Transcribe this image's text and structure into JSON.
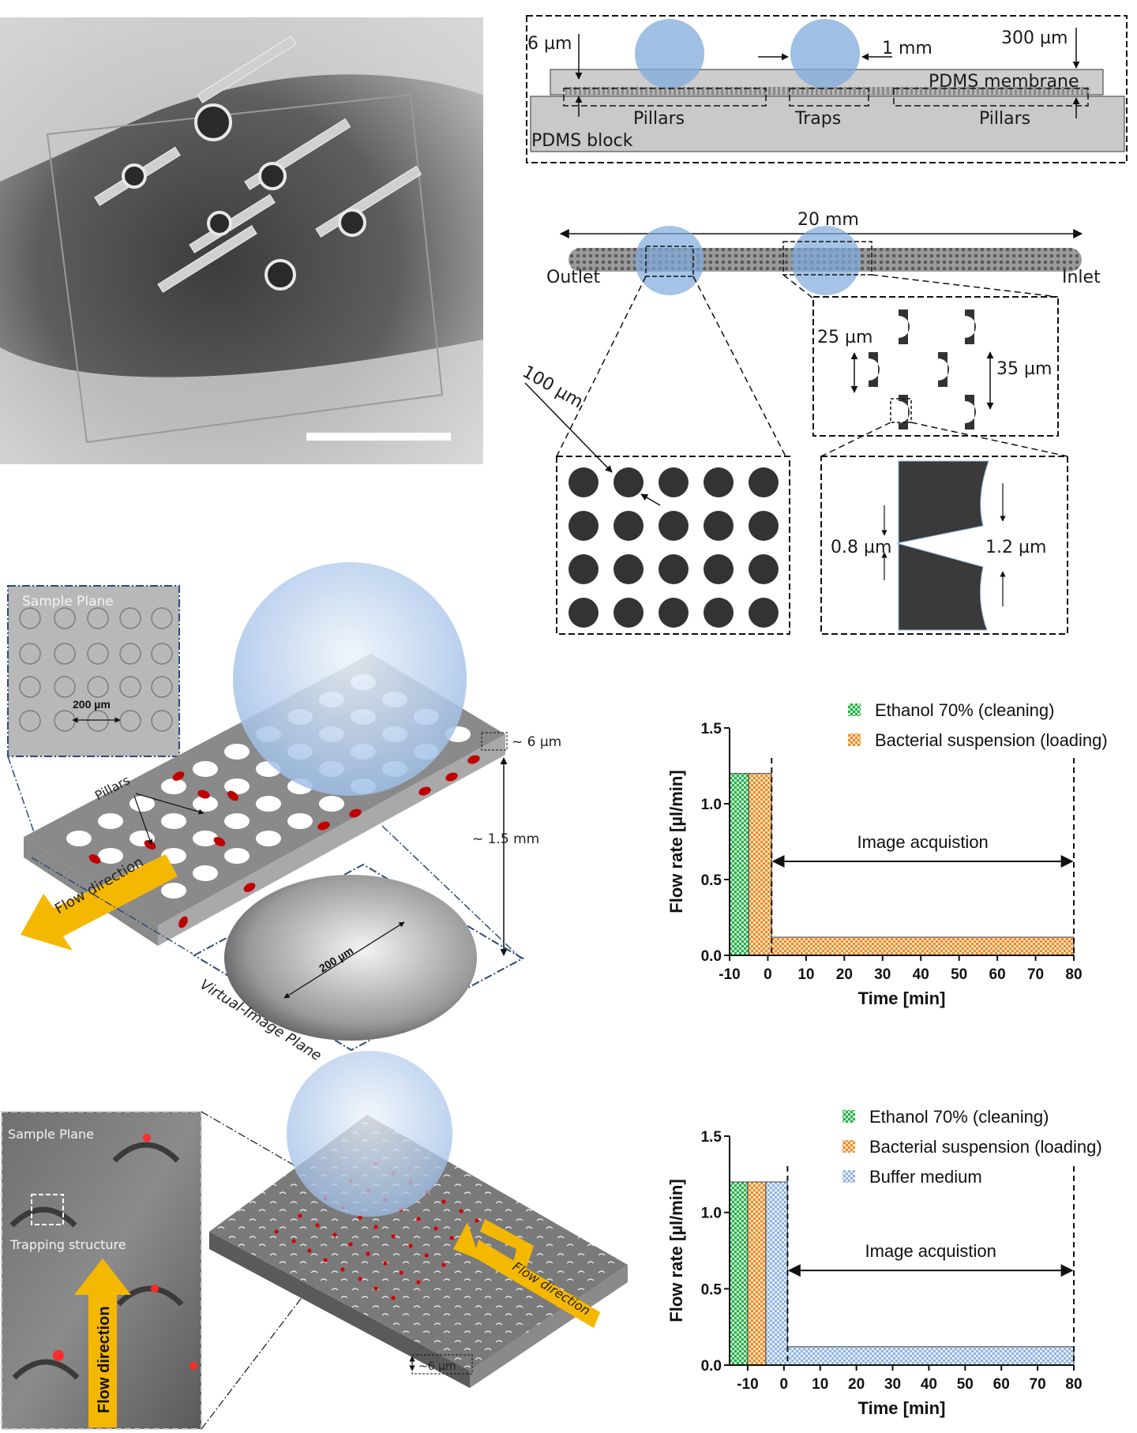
{
  "panel_photo": {
    "description_scale_bar": ""
  },
  "cross_section": {
    "membrane_thickness": "6 µm",
    "lens_size": "1 mm",
    "channel_height": "300 µm",
    "membrane_label": "PDMS membrane",
    "pillars_left": "Pillars",
    "traps": "Traps",
    "pillars_right": "Pillars",
    "block_label": "PDMS block"
  },
  "top_view": {
    "length": "20 mm",
    "outlet": "Outlet",
    "inlet": "Inlet",
    "pillar_pitch": "100 µm",
    "trap_vertical": "25 µm",
    "trap_spacing": "35 µm",
    "gap_small": "0.8 µm",
    "gap_large": "1.2 µm"
  },
  "pillar_3d": {
    "sample_plane": "Sample Plane",
    "inset_dim": "200 µm",
    "pillars": "Pillars",
    "flow_direction": "Flow direction",
    "thickness": "~ 6 µm",
    "focal_distance": "~ 1.5 mm",
    "virtual_plane": "Virtual-Image Plane",
    "virtual_dim": "200 µm"
  },
  "trap_3d": {
    "sample_plane": "Sample Plane",
    "trapping_structure": "Trapping structure",
    "flow_direction_left": "Flow direction",
    "flow_direction_right": "Flow direction",
    "thickness": "~6 µm"
  },
  "colors": {
    "ethanol": "#22b04a",
    "bacteria": "#f08a24",
    "buffer": "#8fb4e0",
    "lens": "#7fa9dc",
    "flow_arrow": "#f5b800"
  },
  "chart_data": [
    {
      "type": "area",
      "xlabel": "Time [min]",
      "ylabel": "Flow rate [µl/min]",
      "xlim": [
        -10,
        80
      ],
      "ylim": [
        0,
        1.5
      ],
      "xticks": [
        "-10",
        "0",
        "10",
        "20",
        "30",
        "40",
        "50",
        "60",
        "70",
        "80"
      ],
      "yticks": [
        "0.0",
        "0.5",
        "1.0",
        "1.5"
      ],
      "series": [
        {
          "name": "Ethanol 70% (cleaning)",
          "x": [
            -10,
            -5
          ],
          "y": [
            1.2,
            1.2
          ],
          "color": "#22b04a"
        },
        {
          "name": "Bacterial suspension (loading)",
          "x": [
            -5,
            1,
            1,
            80
          ],
          "y": [
            1.2,
            1.2,
            0.12,
            0.12
          ],
          "color": "#f08a24"
        }
      ],
      "annotation": {
        "text": "Image acquistion",
        "x_start": 1,
        "x_end": 80
      },
      "legend": "top-right"
    },
    {
      "type": "area",
      "xlabel": "Time [min]",
      "ylabel": "Flow rate [µl/min]",
      "xlim": [
        -15,
        80
      ],
      "ylim": [
        0,
        1.5
      ],
      "xticks": [
        "-10",
        "0",
        "10",
        "20",
        "30",
        "40",
        "50",
        "60",
        "70",
        "80"
      ],
      "yticks": [
        "0.0",
        "0.5",
        "1.0",
        "1.5"
      ],
      "series": [
        {
          "name": "Ethanol 70% (cleaning)",
          "x": [
            -15,
            -10
          ],
          "y": [
            1.2,
            1.2
          ],
          "color": "#22b04a"
        },
        {
          "name": "Bacterial suspension (loading)",
          "x": [
            -10,
            -5
          ],
          "y": [
            1.2,
            1.2
          ],
          "color": "#f08a24"
        },
        {
          "name": "Buffer medium",
          "x": [
            -5,
            1,
            1,
            80
          ],
          "y": [
            1.2,
            1.2,
            0.12,
            0.12
          ],
          "color": "#8fb4e0"
        }
      ],
      "annotation": {
        "text": "Image acquistion",
        "x_start": 1,
        "x_end": 80
      },
      "legend": "top-right"
    }
  ]
}
